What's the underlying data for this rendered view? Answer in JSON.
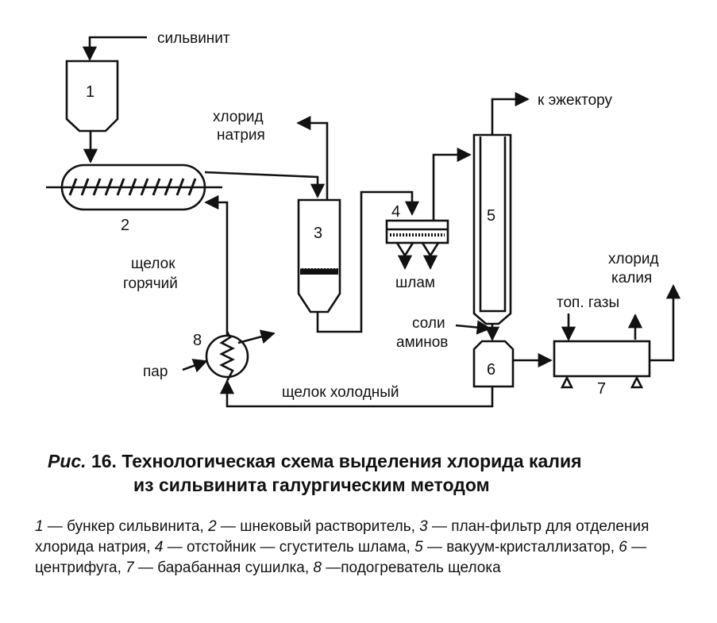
{
  "labels": {
    "silvinit": "сильвинит",
    "khlorid_natriya_1": "хлорид",
    "khlorid_natriya_2": "натрия",
    "k_ezhektoru": "к эжектору",
    "shlam": "шлам",
    "shchelok_goryachiy_1": "щелок",
    "shchelok_goryachiy_2": "горячий",
    "par": "пар",
    "soli_aminov_1": "соли",
    "soli_aminov_2": "аминов",
    "top_gazy": "топ. газы",
    "khlorid_kaliya_1": "хлорид",
    "khlorid_kaliya_2": "калия",
    "shchelok_kholodny": "щелок холодный"
  },
  "numbers": [
    "1",
    "2",
    "3",
    "4",
    "5",
    "6",
    "7",
    "8"
  ],
  "caption": {
    "prefix": "Рис.",
    "number": "16.",
    "line1": "Технологическая схема выделения хлорида калия",
    "line2": "из сильвинита галургическим методом"
  },
  "legend": [
    {
      "num": "1",
      "text": "— бункер сильвинита, "
    },
    {
      "num": "2",
      "text": "— шнековый растворитель, "
    },
    {
      "num": "3",
      "text": "— план-фильтр для отделения хлорида натрия, "
    },
    {
      "num": "4",
      "text": "— отстойник — сгуститель шлама, "
    },
    {
      "num": "5",
      "text": "— вакуум-кристаллизатор, "
    },
    {
      "num": "6",
      "text": "— центрифуга, "
    },
    {
      "num": "7",
      "text": "— барабанная сушилка, "
    },
    {
      "num": "8",
      "text": "—подогреватель щелока"
    }
  ]
}
